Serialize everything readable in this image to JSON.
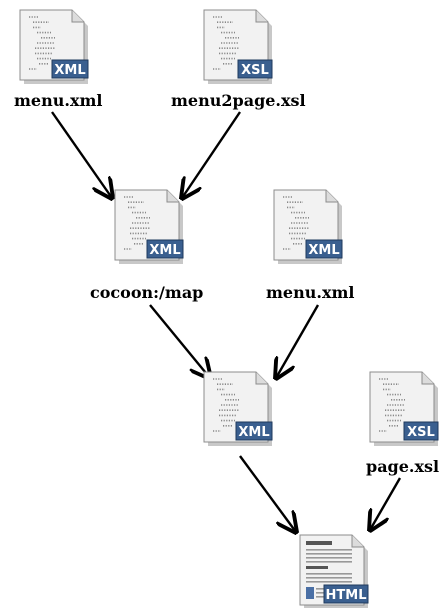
{
  "diagram": {
    "nodes": [
      {
        "id": "menu-xml-1",
        "label": "menu.xml",
        "badge": "XML"
      },
      {
        "id": "menu2page-xsl",
        "label": "menu2page.xsl",
        "badge": "XSL"
      },
      {
        "id": "cocoon-map",
        "label": "cocoon:/map",
        "badge": "XML"
      },
      {
        "id": "menu-xml-2",
        "label": "menu.xml",
        "badge": "XML"
      },
      {
        "id": "merged-xml",
        "label": "",
        "badge": "XML"
      },
      {
        "id": "page-xsl",
        "label": "page.xsl",
        "badge": "XSL"
      },
      {
        "id": "output-html",
        "label": "",
        "badge": "HTML"
      }
    ],
    "edges": [
      {
        "from": "menu-xml-1",
        "to": "cocoon-map"
      },
      {
        "from": "menu2page-xsl",
        "to": "cocoon-map"
      },
      {
        "from": "cocoon-map",
        "to": "merged-xml"
      },
      {
        "from": "menu-xml-2",
        "to": "merged-xml"
      },
      {
        "from": "merged-xml",
        "to": "output-html"
      },
      {
        "from": "page-xsl",
        "to": "output-html"
      }
    ]
  },
  "colors": {
    "badge": "#3a5f8f",
    "page_fill": "#f2f2f2",
    "page_stroke": "#8c8c8c",
    "arrow": "#000000"
  }
}
